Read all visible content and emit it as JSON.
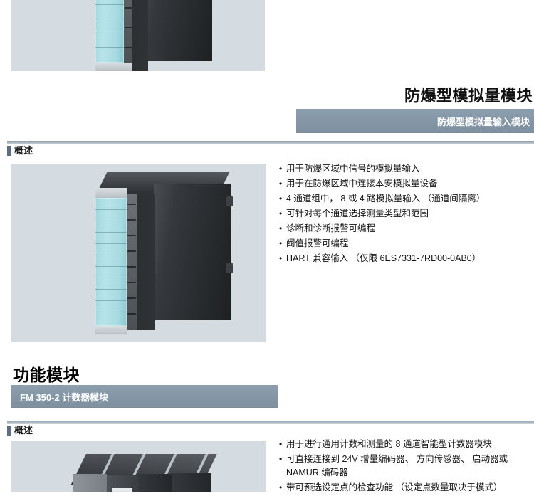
{
  "document": {
    "product_title": "防爆型模拟量模块",
    "group_heading": "功能模块",
    "section_label_overview": "概述"
  },
  "colors": {
    "banner_bg": "#8597a6",
    "image_bg": "#d4dce1",
    "rule_top": "#8fa0ae",
    "marker": "#5d6f80",
    "text": "#141414",
    "module_cover": "#a7dae1"
  },
  "sections": [
    {
      "id": "ex-analog",
      "banner": "防爆型模拟量输入模块",
      "overview_label": "概述",
      "image_alt": "SIMATIC S7-300 防爆型模拟量输入模块 产品照片",
      "bullets": [
        "用于防爆区域中信号的模拟量输入",
        "用于在防爆区域中连接本安模拟量设备",
        "4 通道组中， 8 或 4 路模拟量输入 （通道间隔离）",
        "可针对每个通道选择测量类型和范围",
        "诊断和诊断报警可编程",
        "阈值报警可编程",
        "HART 兼容输入 （仅限 6ES7331-7RD00-0AB0）"
      ]
    },
    {
      "id": "fm-350-2",
      "heading": "功能模块",
      "banner": "FM 350-2 计数器模块",
      "overview_label": "概述",
      "image_alt": "SIMATIC FM 350-2 计数器模块 产品照片",
      "bullets": [
        "用于进行通用计数和测量的 8 通道智能型计数器模块",
        "可直接连接到 24V 增量编码器、 方向传感器、 启动器或 NAMUR 编码器",
        "带可预选设定点的检查功能 （设定点数量取决于模式）"
      ]
    }
  ]
}
